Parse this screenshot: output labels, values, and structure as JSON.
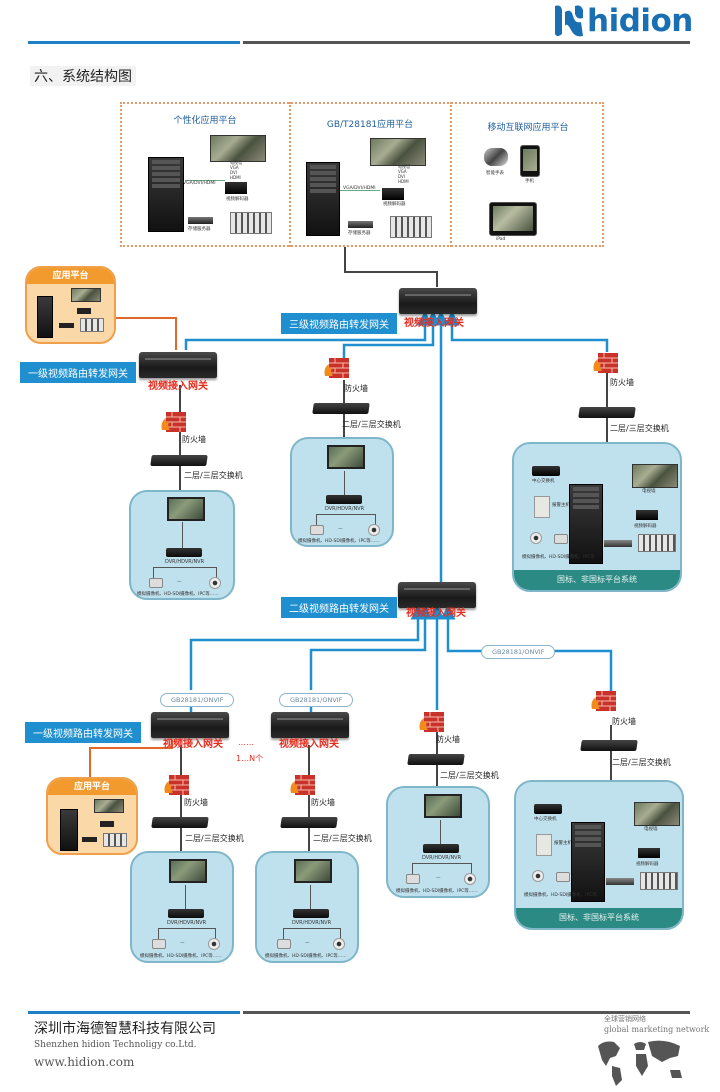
{
  "header": {
    "logo_text": "hidion",
    "section_title": "六、系统结构图",
    "brand_color": "#1a6fb3"
  },
  "top_platforms": [
    {
      "title": "个性化应用平台",
      "devices": [
        "中心平台",
        "电视墙",
        "VGA/DVI/HDMI",
        "视频解码器",
        "存储服务器",
        "VGA",
        "DVI",
        "HDMI"
      ]
    },
    {
      "title": "GB/T28181应用平台",
      "devices": [
        "中心平台",
        "电视墙",
        "VGA/DVI/HDMI",
        "视频解码器",
        "存储服务器",
        "VGA",
        "DVI",
        "HDMI"
      ]
    },
    {
      "title": "移动互联网应用平台",
      "devices": [
        "智能手表",
        "手机",
        "iPad"
      ]
    }
  ],
  "tier3": {
    "label": "三级视频路由转发网关",
    "gateway_label": "视频接入网关"
  },
  "tier2": {
    "label": "二级视频路由转发网关",
    "gateway_label": "视频接入网关"
  },
  "tier1_upper": {
    "label": "一级视频路由转发网关",
    "gateway_label": "视频接入网关"
  },
  "tier1_lower": {
    "label": "一级视频路由转发网关",
    "gateway_a_label": "视频接入网关",
    "gateway_b_label": "视频接入网关",
    "ellipsis": "……",
    "count_label": "1…N个"
  },
  "app_platform": {
    "title": "应用平台"
  },
  "common": {
    "firewall": "防火墙",
    "switch": "二层/三层交换机",
    "dvr": "DVR/HDVR/NVR",
    "cameras": "模拟摄像机、HD-SDI摄像机、IPC等……",
    "cam_dash": "—"
  },
  "protocol_pills": {
    "p1": "GB28181/ONVIF",
    "p2": "GB28181/ONVIF",
    "p3": "GB28181/ONVIF"
  },
  "intl_system": {
    "footer": "国标、非国标平台系统",
    "devices": [
      "中心交换机",
      "报警主机",
      "监控平台",
      "电视墙",
      "VGA",
      "DVI",
      "HDMI",
      "视频解码器",
      "网络硬盘录像机",
      "模拟摄像机、HD-SDI摄像机、IPC等"
    ]
  },
  "footer": {
    "company_cn": "深圳市海德智慧科技有限公司",
    "company_en": "Shenzhen hidion  Technoligy co.Ltd.",
    "website": "www.hidion.com",
    "network_cn": "全球营销网络",
    "network_en": "global marketing network"
  },
  "colors": {
    "link_blue": "#1f8fd0",
    "link_orange": "#e2672a",
    "gateway_red": "#e52c1e",
    "lan_fill": "#bfe0ed",
    "intl_footer": "#2c8a84",
    "app_orange": "#f29a2e"
  }
}
